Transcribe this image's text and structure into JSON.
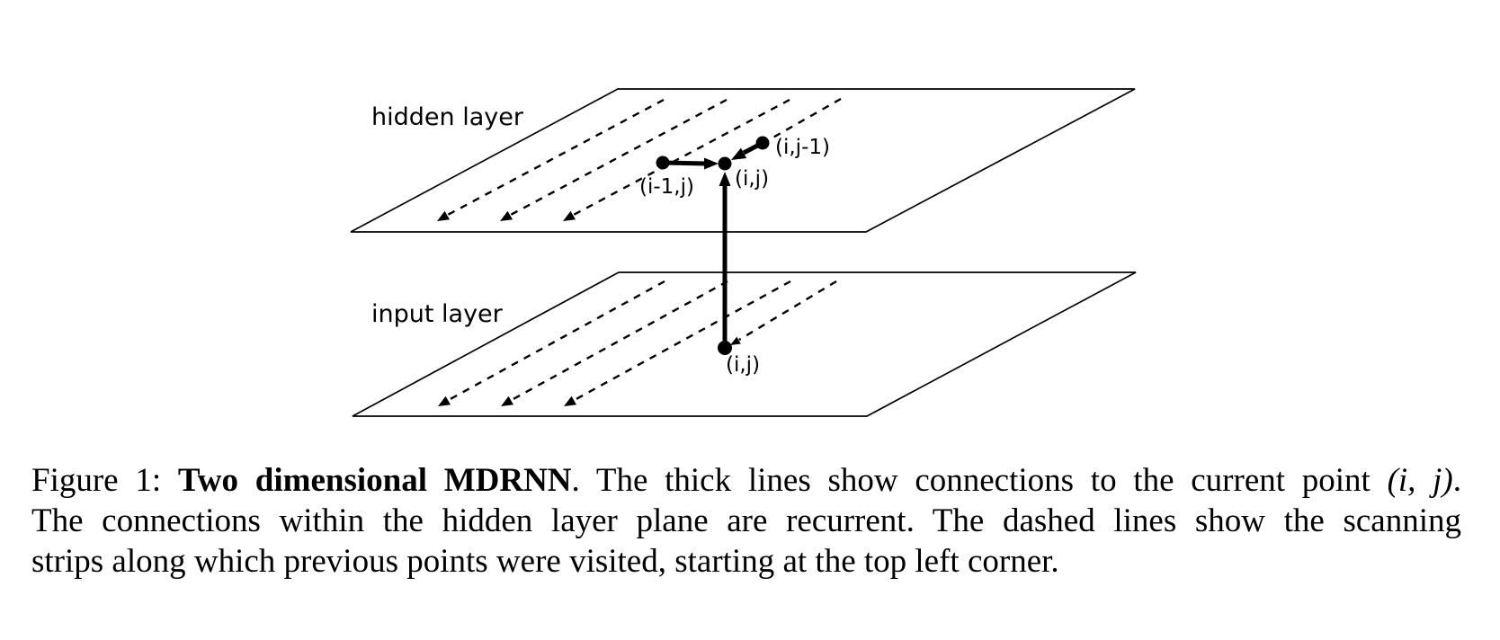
{
  "colors": {
    "ink": "#000000",
    "background": "#ffffff"
  },
  "diagram": {
    "hidden_layer_label": "hidden layer",
    "input_layer_label": "input layer",
    "hidden_nodes": {
      "left_neighbor": "(i-1,j)",
      "current": "(i,j)",
      "top_neighbor": "(i,j-1)"
    },
    "input_node": {
      "current": "(i,j)"
    }
  },
  "caption": {
    "figure_prefix": "Figure 1: ",
    "figure_title_bold": "Two dimensional MDRNN",
    "line1_rest": ". The thick lines show connections to the current point ",
    "math_point": "(i, j)",
    "line1_period": ".",
    "line2": "The connections within the hidden layer plane are recurrent.  The dashed lines show the scanning",
    "line3": "strips along which previous points were visited, starting at the top left corner."
  }
}
